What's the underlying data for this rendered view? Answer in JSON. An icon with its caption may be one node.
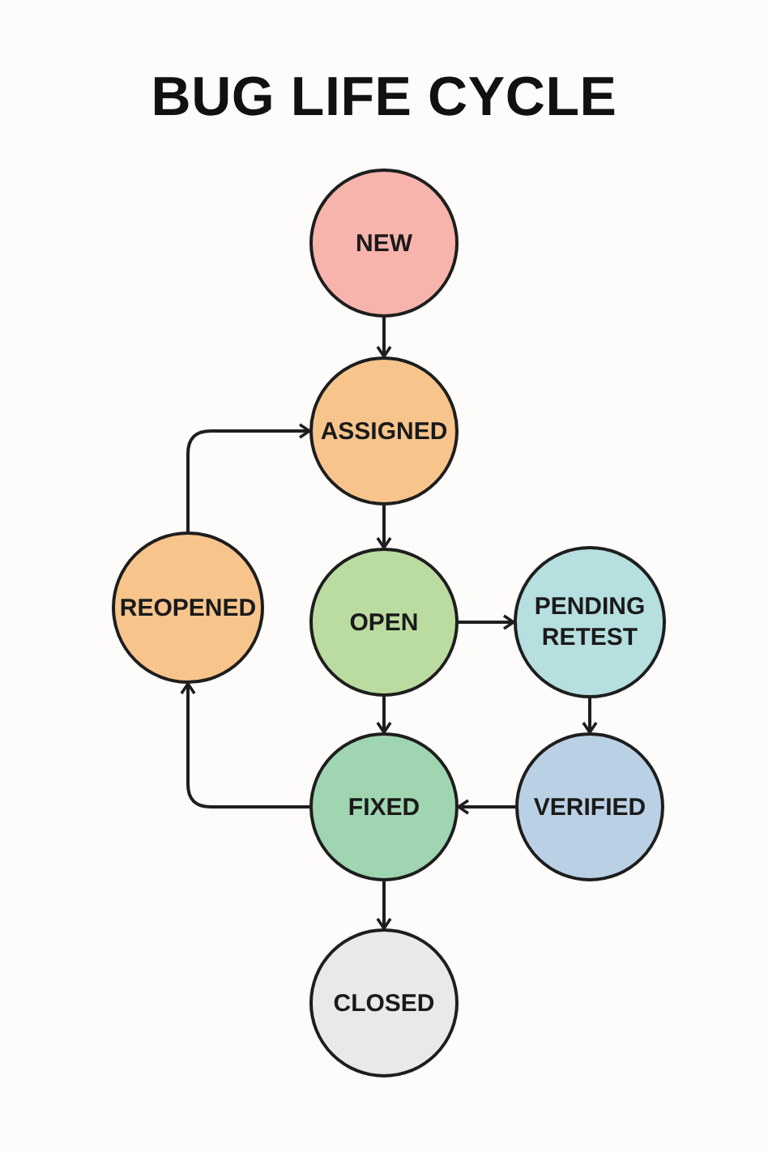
{
  "diagram": {
    "title": "BUG LIFE CYCLE",
    "nodes": [
      {
        "text": [
          "NEW"
        ]
      },
      {
        "text": [
          "ASSIGNED"
        ]
      },
      {
        "text": [
          "REOPENED"
        ]
      },
      {
        "text": [
          "OPEN"
        ]
      },
      {
        "text": [
          "PENDING RETEST"
        ]
      },
      {
        "text": [
          "FIXED"
        ]
      },
      {
        "text": [
          "VERIFIED"
        ]
      },
      {
        "text": [
          "CLOSED"
        ]
      }
    ],
    "edges": [
      {
        "from": 0,
        "to": 1,
        "arrow": "to"
      },
      {
        "from": 1,
        "to": 3,
        "arrow": "to"
      },
      {
        "from": 2,
        "to": 1,
        "arrow": "to"
      },
      {
        "from": 3,
        "to": 4,
        "arrow": "to"
      },
      {
        "from": 3,
        "to": 5,
        "arrow": "to"
      },
      {
        "from": 4,
        "to": 6,
        "arrow": "to"
      },
      {
        "from": 6,
        "to": 5,
        "arrow": "to"
      },
      {
        "from": 5,
        "to": 2,
        "arrow": "to"
      },
      {
        "from": 5,
        "to": 7,
        "arrow": "to"
      }
    ]
  }
}
